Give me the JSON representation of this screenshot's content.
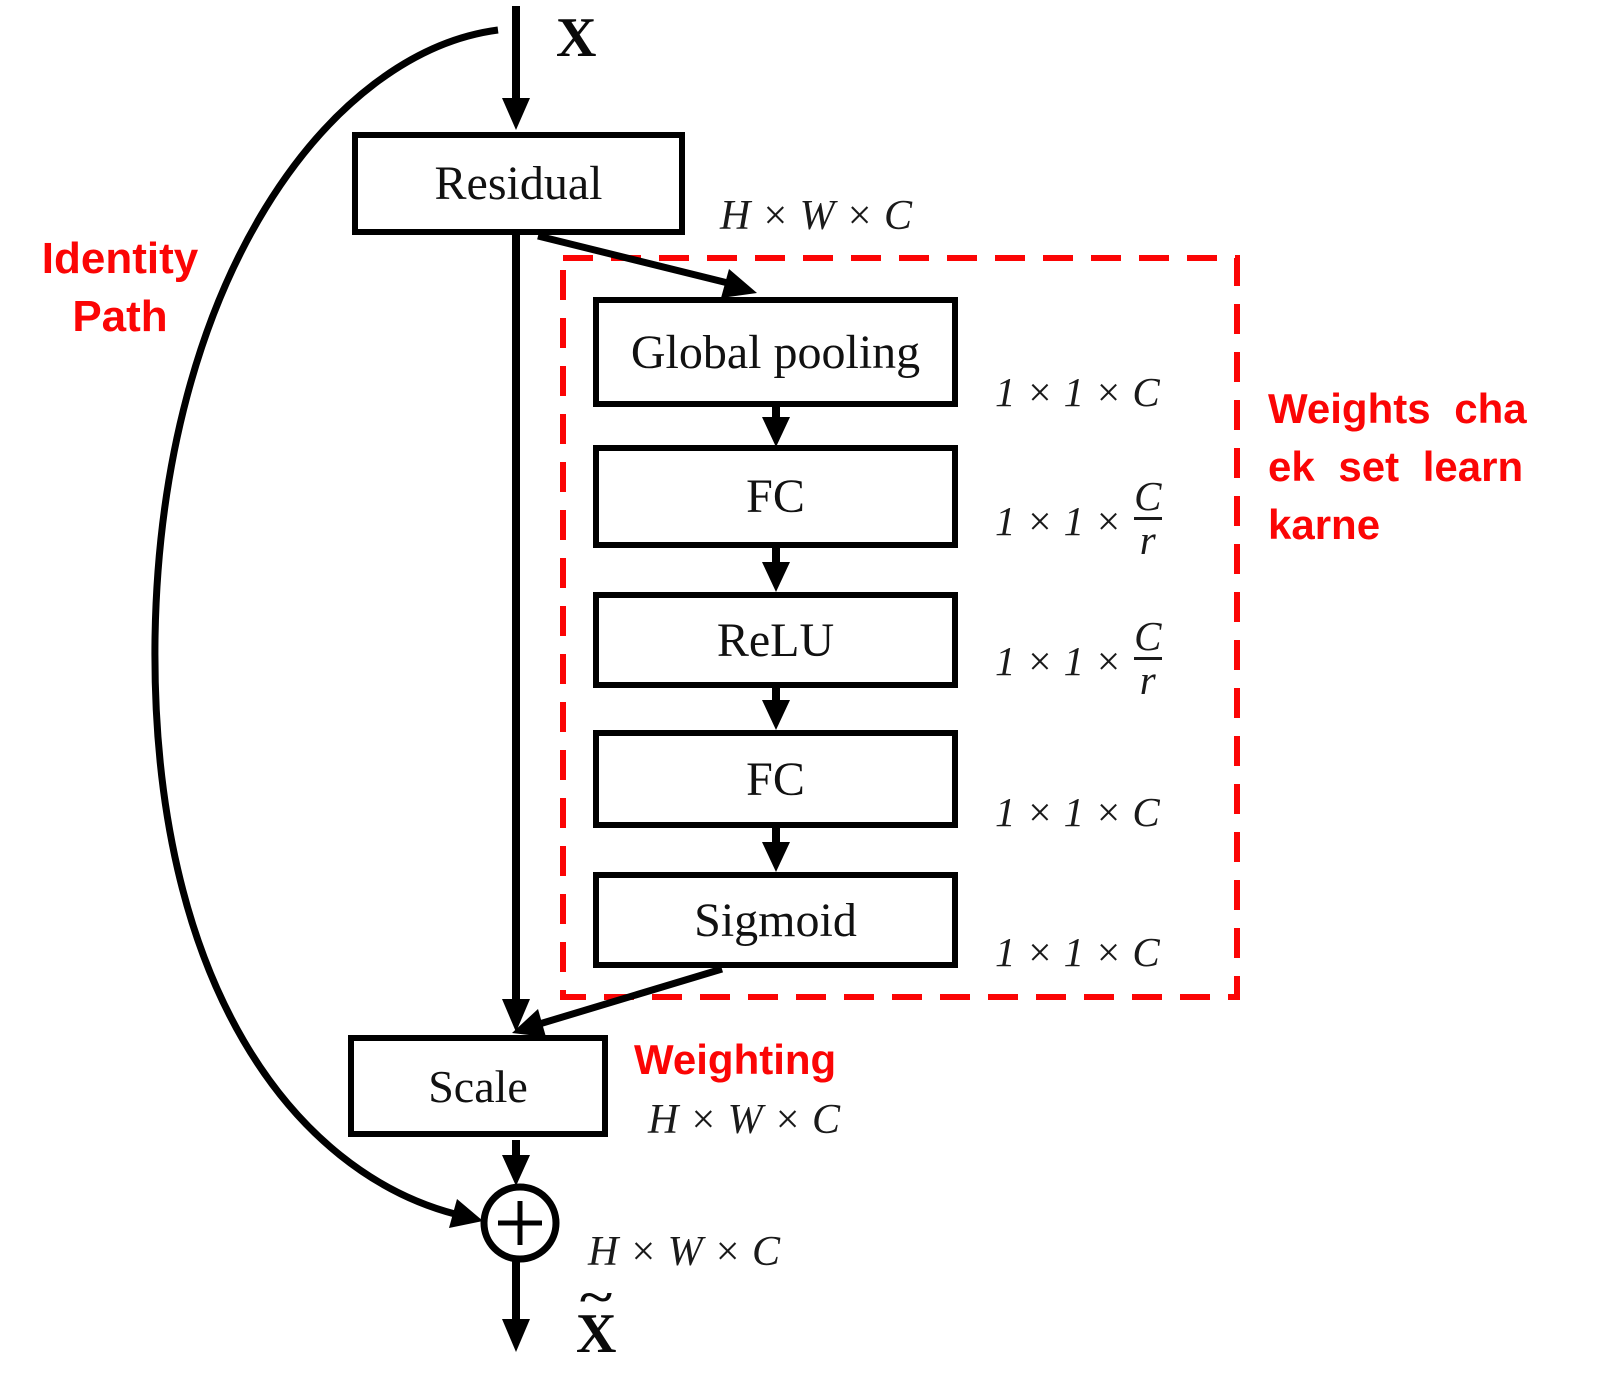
{
  "diagram": {
    "title_hint": "SE residual block",
    "input_label": "X",
    "output_label": "X",
    "output_accent": "~",
    "boxes": {
      "residual": "Residual",
      "global_pooling": "Global pooling",
      "fc1": "FC",
      "relu": "ReLU",
      "fc2": "FC",
      "sigmoid": "Sigmoid",
      "scale": "Scale"
    },
    "dims": {
      "residual": "H × W × C",
      "global_pooling": "1 × 1 × C",
      "fc1_prefix": "1 × 1 ×",
      "fc1_num": "C",
      "fc1_den": "r",
      "relu_prefix": "1 × 1 ×",
      "relu_num": "C",
      "relu_den": "r",
      "fc2": "1 × 1 × C",
      "sigmoid": "1 × 1 × C",
      "scale": "H × W × C",
      "add": "H × W × C"
    },
    "annotations": {
      "identity_path": "Identity\nPath",
      "weights_note": "Weights cha\nek set learn\nkarne",
      "weighting": "Weighting"
    },
    "colors": {
      "annotation_red": "#fb0505",
      "stroke_black": "#000000"
    }
  }
}
